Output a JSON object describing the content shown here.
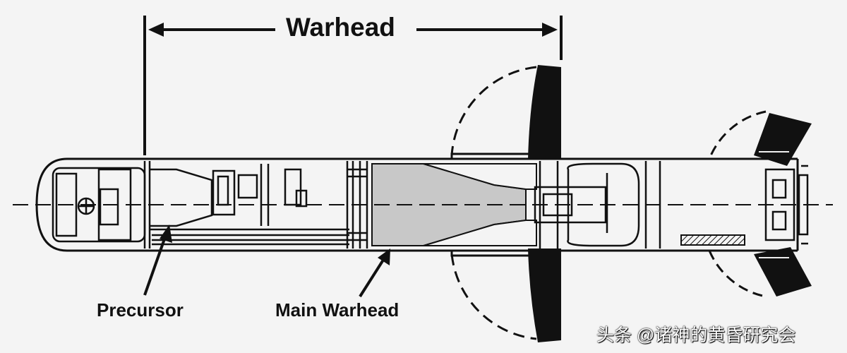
{
  "diagram": {
    "title": "Warhead",
    "labels": {
      "precursor": "Precursor",
      "main_warhead": "Main Warhead"
    },
    "watermark": "头条 @诸神的黄昏研究会"
  },
  "colors": {
    "background": "#f4f4f4",
    "line": "#111111",
    "charge_fill": "#c8c8c8"
  }
}
